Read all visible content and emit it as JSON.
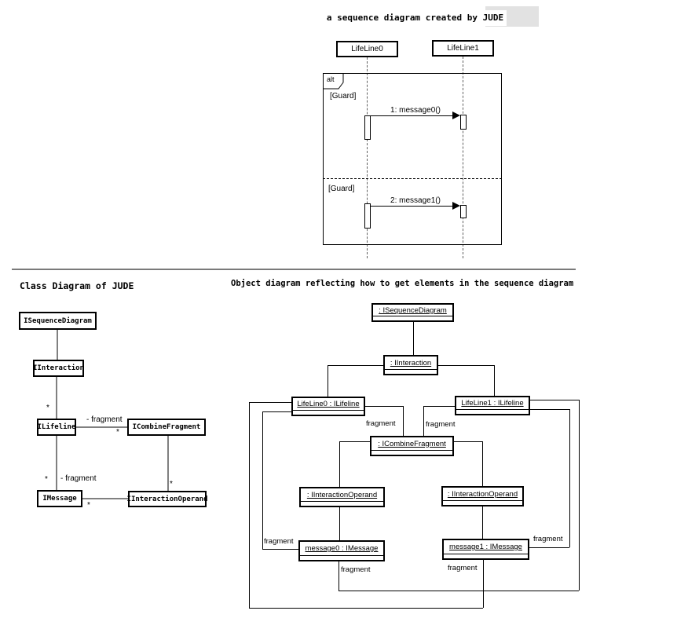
{
  "titles": {
    "sequence": "a sequence diagram created by JUDE",
    "class_diagram": "Class Diagram of JUDE",
    "object_diagram": "Object diagram reflecting how to get elements in the sequence diagram"
  },
  "seq": {
    "lifelines": [
      "LifeLine0",
      "LifeLine1"
    ],
    "operator": "alt",
    "guards": [
      "[Guard]",
      "[Guard]"
    ],
    "messages": [
      "1: message0()",
      "2: message1()"
    ]
  },
  "cls": {
    "names": {
      "sequence_diagram": "ISequenceDiagram",
      "interaction": "IInteraction",
      "lifeline": "ILifeline",
      "combine_fragment": "ICombineFragment",
      "message": "IMessage",
      "interaction_operand": "IInteractionOperand"
    },
    "stars": [
      "*",
      "*",
      "*",
      "*",
      "*"
    ],
    "roles": [
      "- fragment",
      "- fragment"
    ]
  },
  "obj": {
    "names": {
      "sequence_diagram": ": ISequenceDiagram",
      "interaction": ": IInteraction",
      "lifeline0": "LifeLine0 : ILifeline",
      "lifeline1": "LifeLine1 : ILifeline",
      "combine_fragment": ": ICombineFragment",
      "operand_left": ": IInteractionOperand",
      "operand_right": ": IInteractionOperand",
      "message0": "message0 : IMessage",
      "message1": "message1 : IMessage"
    },
    "fragment_labels": [
      "fragment",
      "fragment",
      "fragment",
      "fragment",
      "fragment",
      "fragment"
    ]
  }
}
